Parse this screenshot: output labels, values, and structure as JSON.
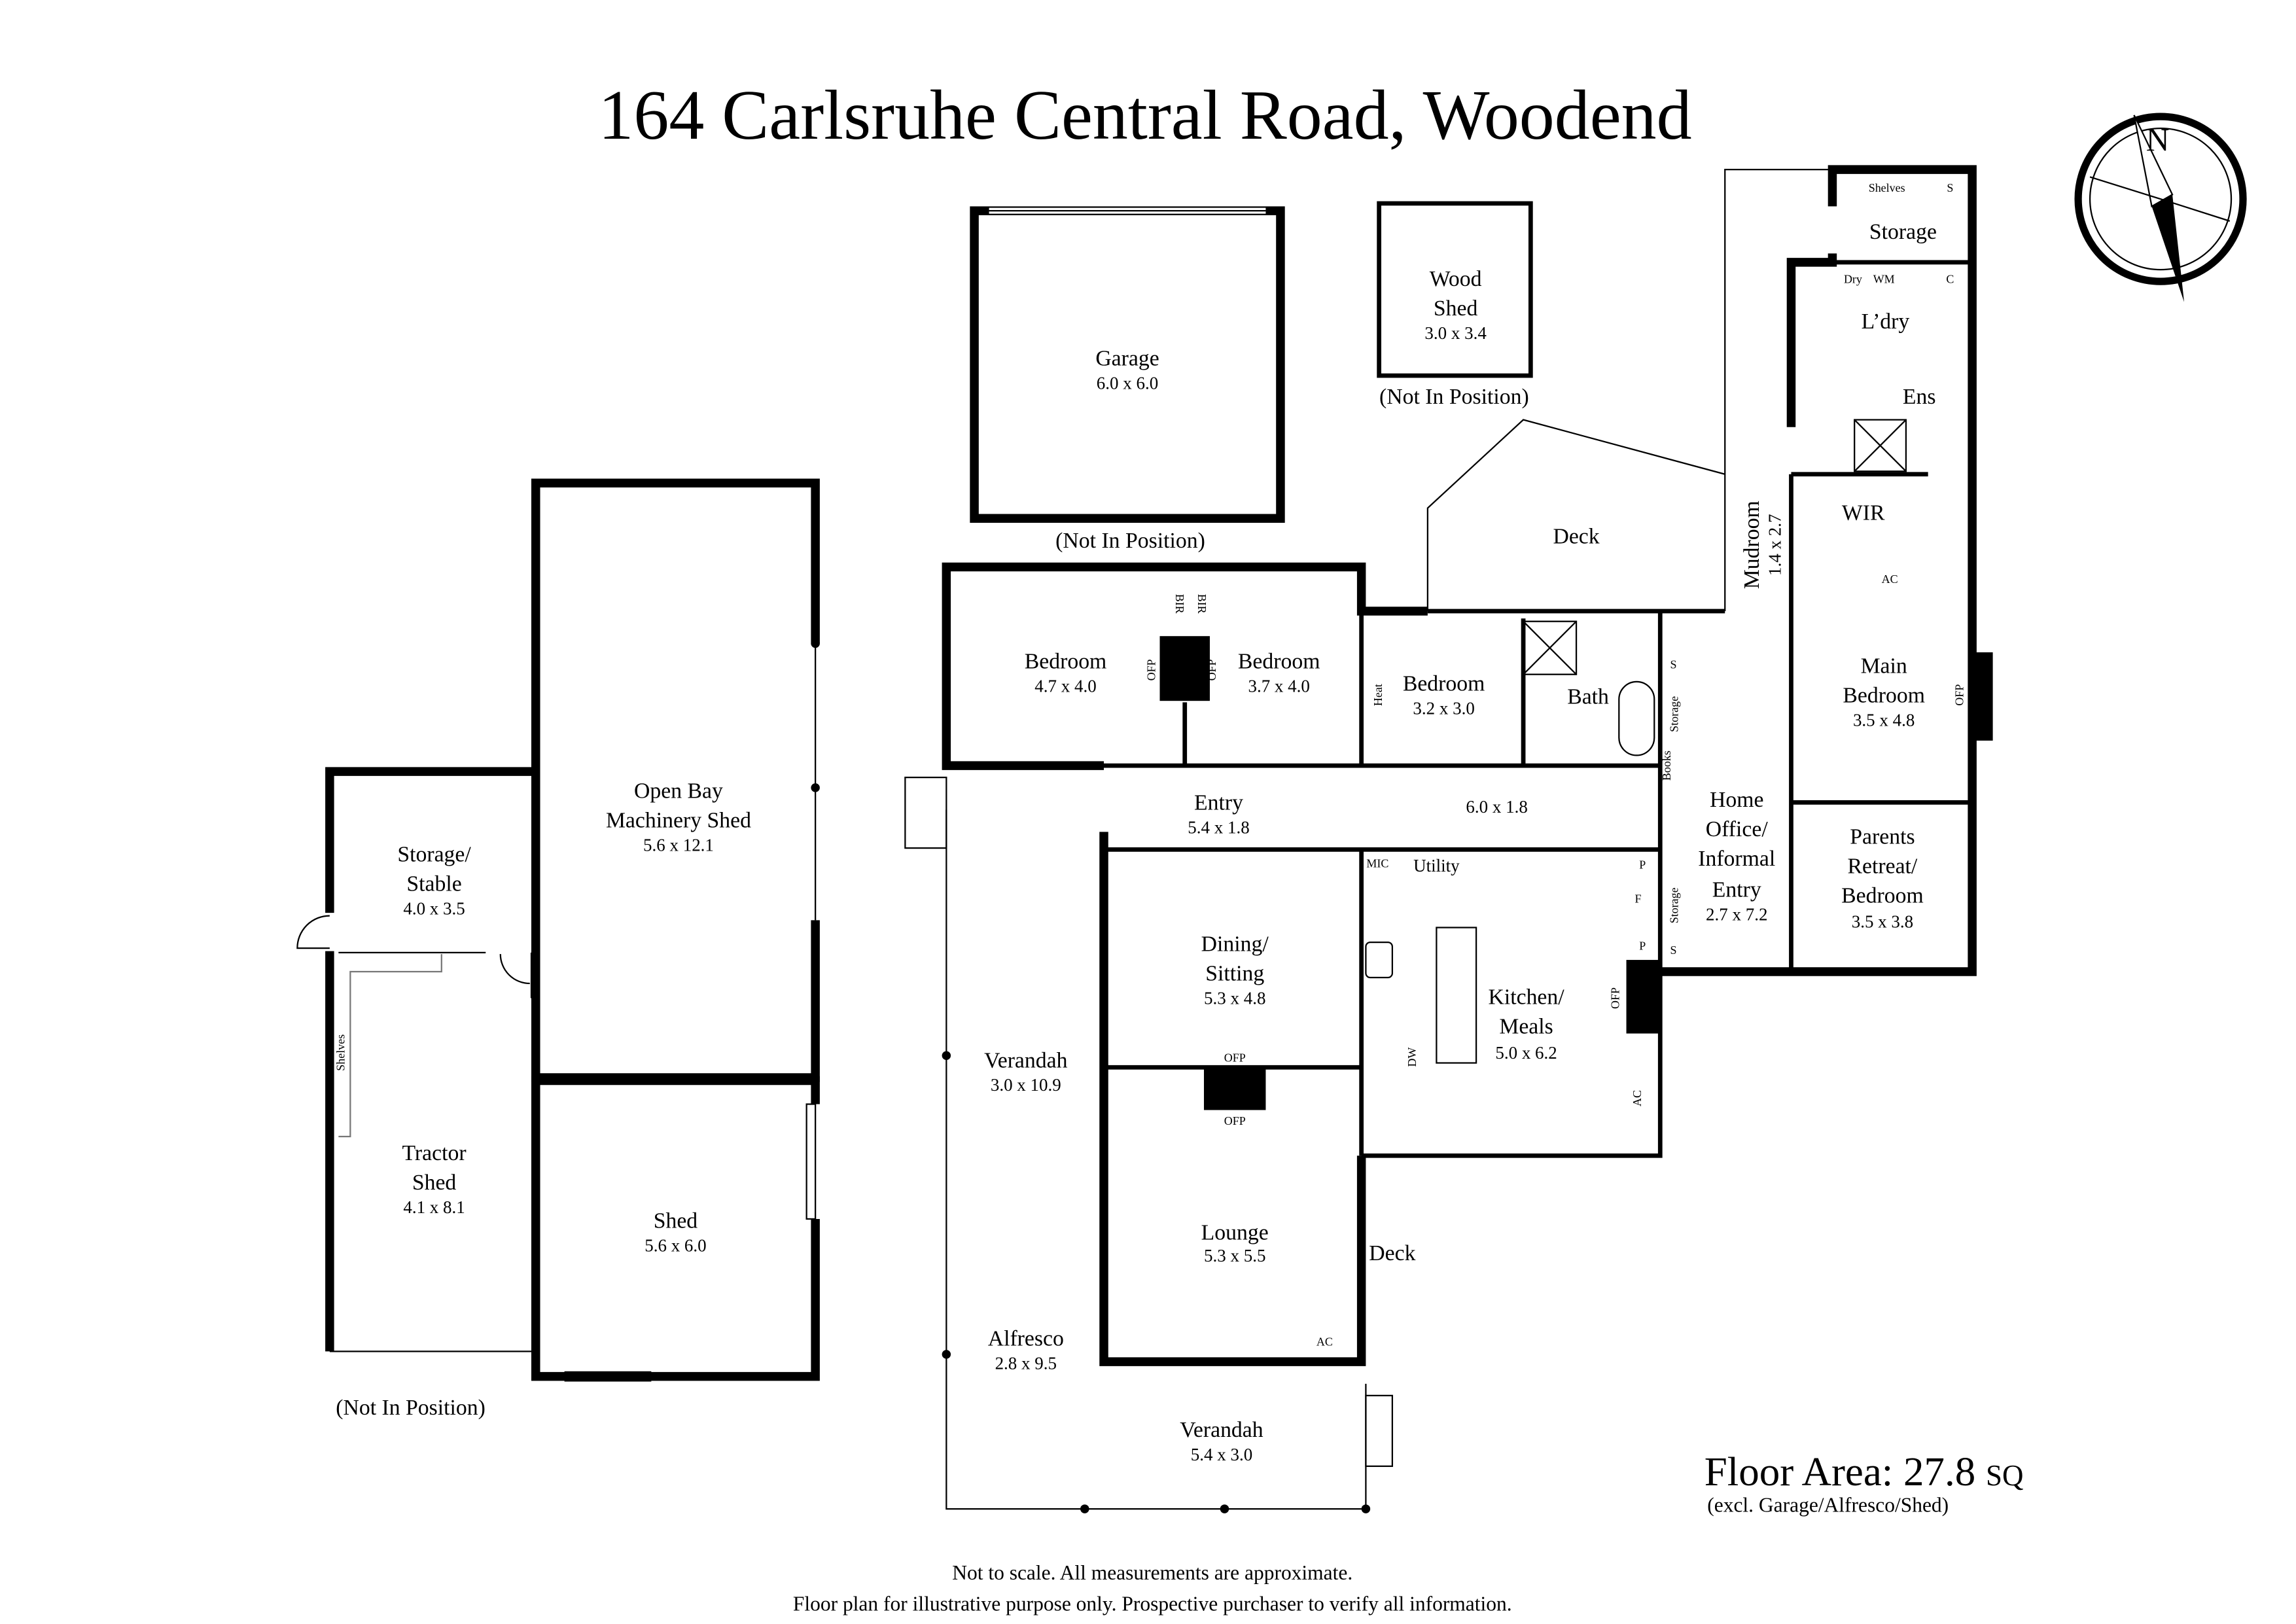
{
  "title": "164 Carlsruhe Central Road, Woodend",
  "compass": {
    "label": "N"
  },
  "outbuildings": {
    "garage": {
      "name": "Garage",
      "dims": "6.0 x 6.0",
      "note": "(Not In Position)"
    },
    "wood_shed": {
      "name_1": "Wood",
      "name_2": "Shed",
      "dims": "3.0 x 3.4",
      "note": "(Not In Position)"
    },
    "machinery_shed": {
      "name_1": "Open Bay",
      "name_2": "Machinery Shed",
      "dims": "5.6 x 12.1"
    },
    "shed": {
      "name": "Shed",
      "dims": "5.6 x 6.0"
    },
    "storage_stable": {
      "name_1": "Storage/",
      "name_2": "Stable",
      "dims": "4.0 x 3.5"
    },
    "tractor_shed": {
      "name_1": "Tractor",
      "name_2": "Shed",
      "dims": "4.1 x 8.1",
      "shelves": "Shelves"
    },
    "left_note": "(Not In Position)"
  },
  "rooms": {
    "bedroom_1": {
      "name": "Bedroom",
      "dims": "4.7 x 4.0"
    },
    "bedroom_2": {
      "name": "Bedroom",
      "dims": "3.7 x 4.0"
    },
    "bedroom_3": {
      "name": "Bedroom",
      "dims": "3.2 x 3.0"
    },
    "bath": {
      "name": "Bath"
    },
    "deck": {
      "name": "Deck"
    },
    "mudroom": {
      "name": "Mudroom",
      "dims": "1.4 x 2.7"
    },
    "storage": {
      "name": "Storage",
      "shelves": "Shelves",
      "s": "S"
    },
    "laundry": {
      "name": "L’dry",
      "dry": "Dry",
      "wm": "WM",
      "c": "C"
    },
    "ensuite": {
      "name": "Ens"
    },
    "wir": {
      "name": "WIR",
      "ac": "AC"
    },
    "main_bedroom": {
      "name_1": "Main",
      "name_2": "Bedroom",
      "dims": "3.5 x 4.8",
      "ofp": "OFP"
    },
    "parents_retreat": {
      "name_1": "Parents",
      "name_2": "Retreat/",
      "name_3": "Bedroom",
      "dims": "3.5 x 3.8"
    },
    "home_office": {
      "name_1": "Home",
      "name_2": "Office/",
      "name_3": "Informal",
      "name_4": "Entry",
      "dims": "2.7 x 7.2",
      "storage": "Storage",
      "books": "Books",
      "s": "S"
    },
    "entry": {
      "name": "Entry",
      "dims": "5.4 x 1.8",
      "hall_dims": "6.0 x 1.8"
    },
    "dining": {
      "name_1": "Dining/",
      "name_2": "Sitting",
      "dims": "5.3 x 4.8",
      "ofp": "OFP"
    },
    "kitchen": {
      "name_1": "Kitchen/",
      "name_2": "Meals",
      "dims": "5.0 x 6.2",
      "utility": "Utility",
      "mic": "MIC",
      "dw": "DW",
      "p": "P",
      "f": "F",
      "s": "S",
      "storage": "Storage",
      "ofp": "OFP",
      "ac": "AC"
    },
    "lounge": {
      "name": "Lounge",
      "dims": "5.3 x 5.5",
      "ofp": "OFP",
      "ac": "AC"
    },
    "verandah_left": {
      "name": "Verandah",
      "dims": "3.0 x 10.9"
    },
    "alfresco": {
      "name": "Alfresco",
      "dims": "2.8 x 9.5"
    },
    "verandah_bottom": {
      "name": "Verandah",
      "dims": "5.4 x 3.0"
    },
    "deck_small": {
      "name": "Deck"
    },
    "bir_1": "BIR",
    "bir_2": "BIR",
    "ofp_1": "OFP",
    "ofp_2": "OFP",
    "heat": "Heat"
  },
  "floor_area": {
    "label": "Floor Area: 27.8",
    "unit": "SQ",
    "note": "(excl. Garage/Alfresco/Shed)"
  },
  "disclaimer": {
    "line_1": "Not to scale. All measurements are approximate.",
    "line_2": "Floor plan for illustrative purpose only. Prospective purchaser to verify all information."
  }
}
